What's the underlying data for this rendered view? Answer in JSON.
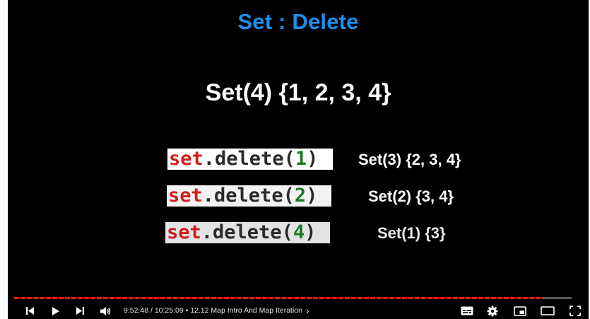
{
  "slide": {
    "title": "Set : Delete",
    "initial_set": "Set(4) {1, 2, 3, 4}",
    "rows": [
      {
        "keyword": "set",
        "method": ".delete(",
        "arg": "1",
        "close": ")",
        "result": "Set(3) {2, 3, 4}"
      },
      {
        "keyword": "set",
        "method": ".delete(",
        "arg": "2",
        "close": ")",
        "result": "Set(2) {3, 4}"
      },
      {
        "keyword": "set",
        "method": ".delete(",
        "arg": "4",
        "close": ")",
        "result": "Set(1) {3}"
      }
    ]
  },
  "player": {
    "current_time": "9:52:48",
    "time_separator": " / ",
    "duration": "10:25:09",
    "chapter_separator": " • ",
    "chapter": "12.12 Map Intro And Map Iteration",
    "chapter_chevron": "›",
    "progress": 0.948,
    "icons": {
      "previous": "skip-previous-icon",
      "play": "play-icon",
      "next": "skip-next-icon",
      "volume": "volume-icon",
      "subtitles": "subtitles-icon",
      "settings": "settings-gear-icon",
      "miniplayer": "miniplayer-icon",
      "theater": "theater-mode-icon",
      "fullscreen": "fullscreen-icon"
    },
    "colors": {
      "title_blue": "#1a8ff0",
      "keyword_red": "#d01e1e",
      "number_green": "#1d7a24",
      "progress_red": "#e51919"
    }
  }
}
